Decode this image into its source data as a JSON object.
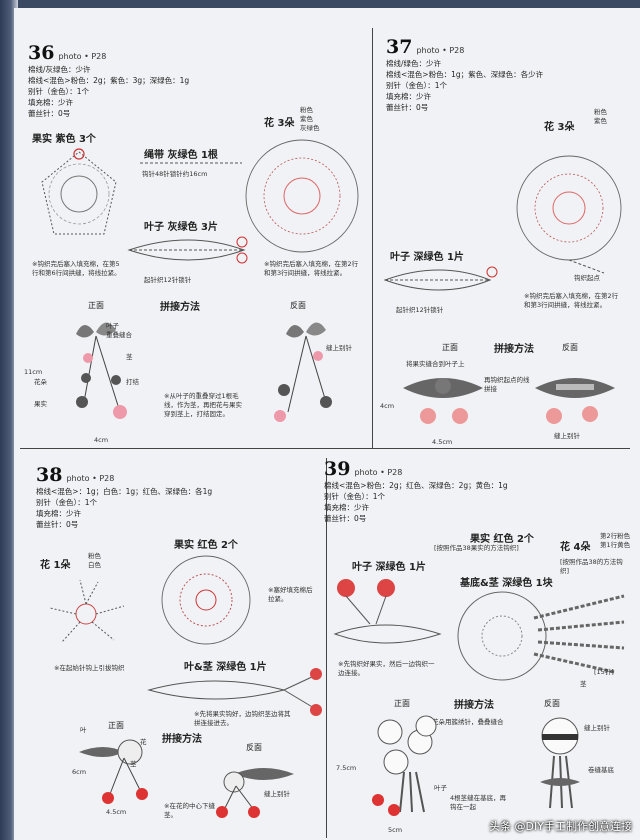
{
  "watermark": "头条 @DIY手工制作创意连接",
  "s36": {
    "number": "36",
    "photo": "photo • P28",
    "materials": [
      "棉线/灰绿色：少许",
      "棉线<混色>粉色：2g；紫色：3g；深绿色：1g",
      "别针（金色）：1个",
      "填充棉：少许",
      "蕾丝针：0号"
    ],
    "fruit_label": "果实 紫色 3个",
    "fruit_note": "※钩织完后塞入填充棉，在第5行和第6行间拱缝，将线拉紧。",
    "cord_label": "绳带 灰绿色 1根",
    "cord_note": "钩针48针锁针约16cm",
    "flower_label": "花 3朵",
    "flower_colors": [
      "粉色",
      "紫色",
      "灰绿色"
    ],
    "flower_note": "※钩织完后塞入填充棉，在第2行和第3行间拱缝，将线拉紧。",
    "leaf_label": "叶子 灰绿色 3片",
    "leaf_note": "起针织12针锁针",
    "assembly_title": "拼接方法",
    "front": "正面",
    "back": "反面",
    "assembly_parts": [
      "叶子",
      "重叠缝合",
      "茎",
      "花朵",
      "打结",
      "果实",
      "缝上别针"
    ],
    "dim_h": "11cm",
    "dim_w": "4cm",
    "assembly_note": "※从叶子的重叠穿过1根毛线，作为茎，再把花与果实穿到茎上，打结固定。"
  },
  "s37": {
    "number": "37",
    "photo": "photo • P28",
    "materials": [
      "棉线/绿色：少许",
      "棉线<混色>粉色：1g；紫色、深绿色：各少许",
      "别针（金色）：1个",
      "填充棉：少许",
      "蕾丝针：0号"
    ],
    "flower_label": "花 3朵",
    "flower_colors": [
      "粉色",
      "紫色"
    ],
    "leaf_label": "叶子 深绿色 1片",
    "leaf_note": "起针织12针锁针",
    "flower_note": "※钩织完后塞入填充棉，在第2行和第3行间拱缝，将线拉紧。",
    "flower_start": "钩织起点",
    "assembly_title": "拼接方法",
    "front": "正面",
    "back": "反面",
    "assembly_parts": [
      "将果实缝合到叶子上",
      "再钩织起点的线拼接",
      "缝上别针"
    ],
    "dim_h": "4cm",
    "dim_w": "4.5cm"
  },
  "s38": {
    "number": "38",
    "photo": "photo • P28",
    "materials": [
      "棉线<混色>：1g；白色：1g；红色、深绿色：各1g",
      "别针（金色）：1个",
      "填充棉：少许",
      "蕾丝针：0号"
    ],
    "flower_label": "花 1朵",
    "flower_colors": [
      "粉色",
      "白色"
    ],
    "flower_note": "※在起始针钩上引拔钩织",
    "fruit_label": "果实 红色 2个",
    "fruit_note": "※塞好填充棉后拉紧。",
    "leafstem_label": "叶&茎 深绿色 1片",
    "leafstem_note": "※先将果实钩好，边钩织茎边将其拼连接进去。",
    "assembly_title": "拼接方法",
    "front": "正面",
    "back": "反面",
    "assembly_parts": [
      "叶",
      "茎",
      "花",
      "缝上别针"
    ],
    "dim_h": "6cm",
    "dim_w": "4.5cm",
    "assembly_note": "※在花的中心下缝茎。"
  },
  "s39": {
    "number": "39",
    "photo": "photo • P28",
    "materials": [
      "棉线<混色>粉色：2g；红色、深绿色：2g；黄色：1g",
      "别针（金色）：1个",
      "填充棉：少许",
      "蕾丝针：0号"
    ],
    "leaf_label": "叶子 深绿色 1片",
    "leaf_note": "※先钩织好果实，然后一边钩织一边连接。",
    "fruit_label": "果实 红色 2个",
    "fruit_note": "[按照作品38果实的方法钩织]",
    "flower_label": "花 4朵",
    "flower_colors": [
      "第2行粉色",
      "第1行黄色"
    ],
    "flower_note": "[按照作品38的方法钩织]",
    "base_label": "基底&茎 深绿色 1块",
    "stem_label": "茎",
    "stem_count": "[15针]",
    "assembly_title": "拼接方法",
    "front": "正面",
    "back": "反面",
    "assembly_parts": [
      "花朵用簇绣针，叠叠缝合",
      "叶子",
      "缝上别针",
      "4根茎缝在基底，再钩在一起",
      "卷缝基底"
    ],
    "dim_h": "7.5cm",
    "dim_w": "5cm"
  }
}
